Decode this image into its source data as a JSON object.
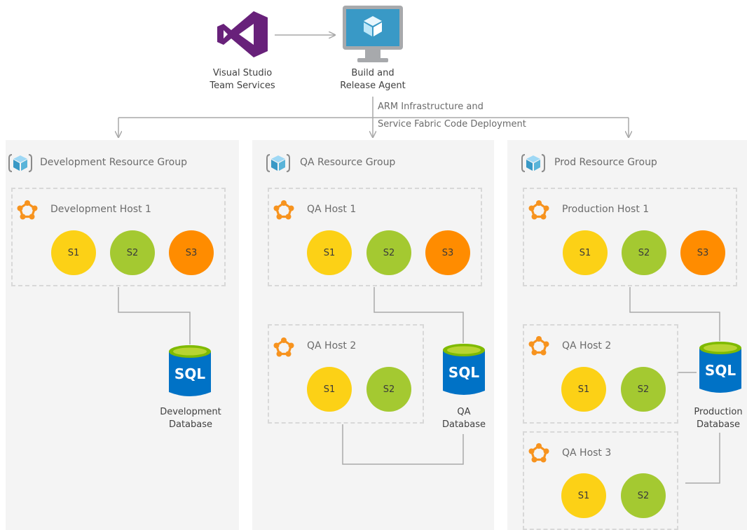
{
  "top": {
    "vsts_label": "Visual Studio Team Services",
    "agent_label": "Build and Release Agent",
    "deploy_label_line1": "ARM Infrastructure and",
    "deploy_label_line2": "Service Fabric Code Deployment"
  },
  "groups": [
    {
      "title": "Development Resource Group",
      "hosts": [
        {
          "title": "Development Host 1",
          "services": [
            "S1",
            "S2",
            "S3"
          ]
        }
      ],
      "database": {
        "icon_text": "SQL",
        "label": "Development Database"
      }
    },
    {
      "title": "QA Resource Group",
      "hosts": [
        {
          "title": "QA Host 1",
          "services": [
            "S1",
            "S2",
            "S3"
          ]
        },
        {
          "title": "QA Host 2",
          "services": [
            "S1",
            "S2"
          ]
        }
      ],
      "database": {
        "icon_text": "SQL",
        "label": "QA Database"
      }
    },
    {
      "title": "Prod Resource Group",
      "hosts": [
        {
          "title": "Production Host 1",
          "services": [
            "S1",
            "S2",
            "S3"
          ]
        },
        {
          "title": "QA Host 2",
          "services": [
            "S1",
            "S2"
          ]
        },
        {
          "title": "QA Host 3",
          "services": [
            "S1",
            "S2"
          ]
        }
      ],
      "database": {
        "icon_text": "SQL",
        "label": "Production Database"
      }
    }
  ],
  "colors": {
    "service_yellow": "#fcd116",
    "service_green": "#a4c931",
    "service_orange": "#ff8c00",
    "vs_purple": "#68217a",
    "sql_blue": "#0072c6",
    "sql_green": "#7fba00"
  }
}
